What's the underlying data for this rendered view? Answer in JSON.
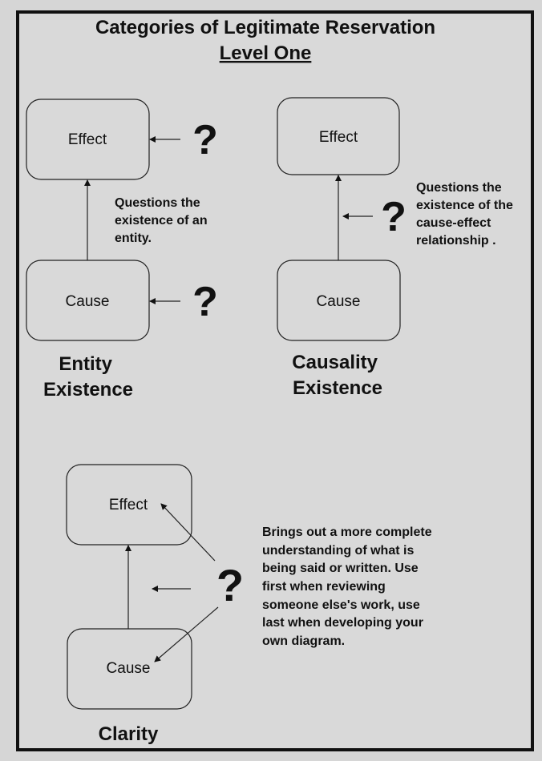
{
  "title": "Categories of Legitimate Reservation",
  "subtitle": "Level One",
  "question_mark": "?",
  "entity": {
    "effect": "Effect",
    "cause": "Cause",
    "note": [
      "Questions the",
      "existence of an",
      "entity."
    ],
    "label": [
      "Entity",
      "Existence"
    ]
  },
  "causality": {
    "effect": "Effect",
    "cause": "Cause",
    "note": [
      "Questions the",
      "existence of the",
      "cause-effect",
      "relationship ."
    ],
    "label": [
      "Causality",
      "Existence"
    ]
  },
  "clarity": {
    "effect": "Effect",
    "cause": "Cause",
    "note": [
      "Brings out a more complete",
      "understanding of what is",
      "being said or written.  Use",
      "first when reviewing",
      "someone else's work, use",
      "last when developing your",
      "own diagram."
    ],
    "label": "Clarity"
  }
}
